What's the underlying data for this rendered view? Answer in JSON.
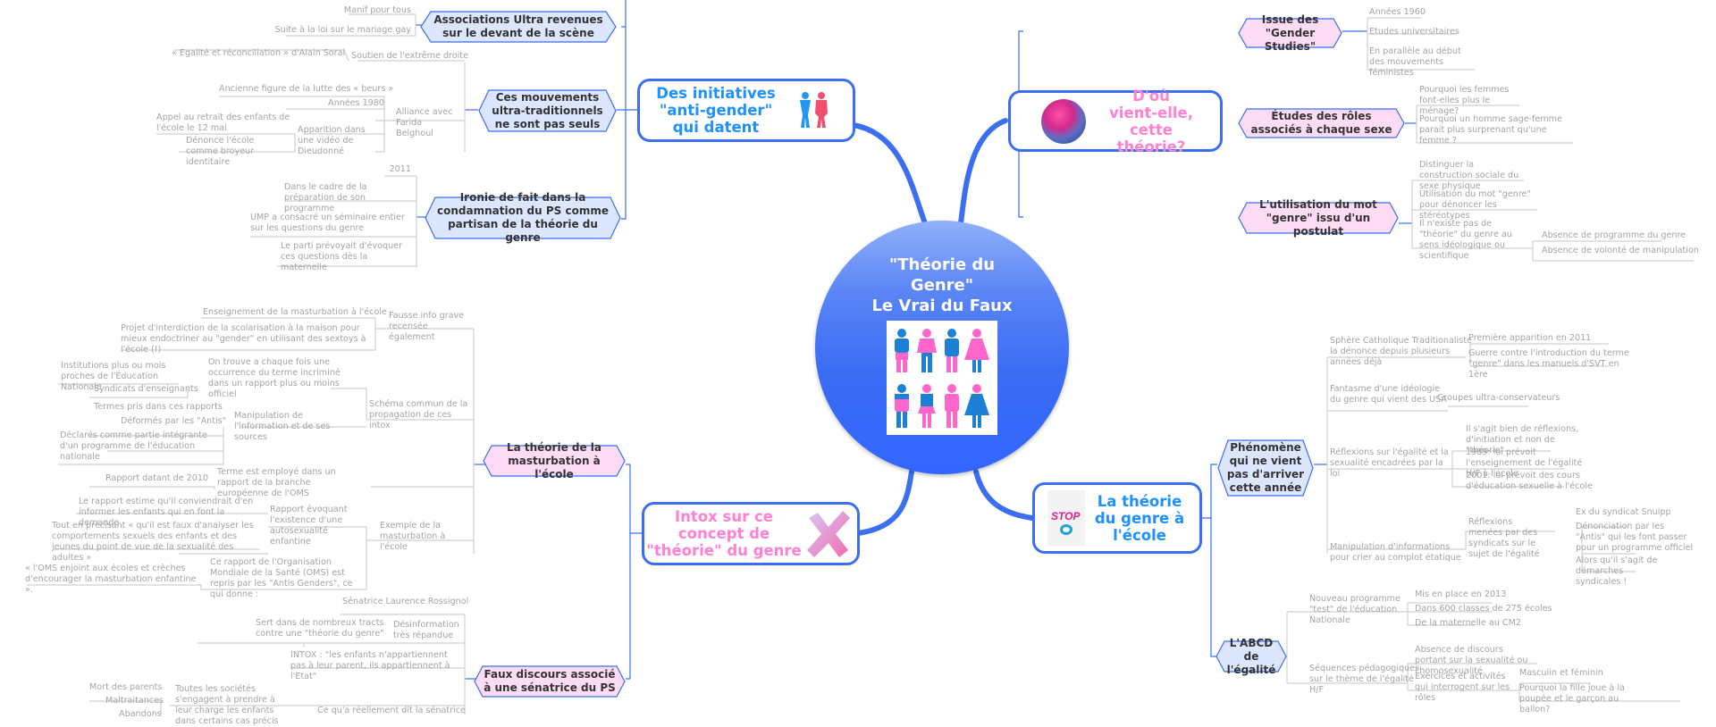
{
  "center": {
    "title_lines": [
      "\"Théorie du",
      "Genre\"",
      "Le Vrai du Faux"
    ],
    "image": "gender-pictograms-icon"
  },
  "colors": {
    "accent_blue": "#3b6ef0",
    "title_blue": "#1e90ff",
    "title_pink": "#ff80d5",
    "hex_blue_fill": "#dce6ff",
    "hex_pink_fill": "#ffdcf6",
    "leaf_text": "#a4a4a4"
  },
  "branches": {
    "anti_gender": {
      "title_lines": [
        "Des initiatives",
        "\"anti-gender\"",
        "qui datent"
      ],
      "icon": "man-woman-restroom-icon",
      "subs": [
        {
          "label": "Associations Ultra revenues sur le devant de la scène",
          "leaves": [
            "Manif pour tous",
            "Suite à la loi sur le mariage gay"
          ]
        },
        {
          "label": "Ces mouvements ultra-traditionnels ne sont pas seuls",
          "leaves": [
            "Soutien de l'extrême droite",
            "« Egalité et réconciliation » d'Alain Soral",
            "Alliance avec Farida Belghoul",
            "Ancienne figure de la lutte des « beurs »",
            "Années 1980",
            "Apparition dans une vidéo de Dieudonné",
            "Appel au retrait des enfants de l'école le 12 mai",
            "Dénonce l'école comme broyeur identitaire"
          ]
        },
        {
          "label": "Ironie de fait dans la condamnation du PS comme partisan de la théorie du genre",
          "leaves": [
            "2011",
            "Dans le cadre de la préparation de son programme",
            "UMP a consacré un séminaire entier sur les questions du genre",
            "Le parti prévoyait d'évoquer ces questions dès la maternelle"
          ]
        }
      ]
    },
    "origin": {
      "title_lines": [
        "D'où",
        "vient-elle,",
        "cette théorie?"
      ],
      "icon": "gender-symbols-sphere-icon",
      "subs": [
        {
          "label": "Issue des \"Gender Studies\"",
          "leaves": [
            "Années 1960",
            "Etudes universitaires",
            "En parallèle au début des mouvements féministes"
          ]
        },
        {
          "label": "Études des rôles associés à chaque sexe",
          "leaves": [
            "Pourquoi les femmes font-elles plus le ménage?",
            "Pourquoi un homme sage-femme parait plus surprenant qu'une femme ?"
          ]
        },
        {
          "label": "L'utilisation du mot \"genre\" issu d'un postulat",
          "leaves": [
            "Distinguer la construction sociale du sexe physique",
            "Utilisation du mot \"genre\" pour dénoncer les stéréotypes",
            "Il n'existe pas de \"théorie\" du genre au sens idéologique ou scientifique",
            "Absence de programme du genre",
            "Absence de volonté de manipulation"
          ]
        }
      ]
    },
    "intox": {
      "title_lines": [
        "Intox sur ce",
        "concept de",
        "\"théorie\" du genre"
      ],
      "icon": "cross-mark-icon",
      "subs": [
        {
          "label": "La théorie de la masturbation à l'école",
          "leaves": [
            "Fausse info grave recensée également",
            "Enseignement de la masturbation à l'école",
            "Projet d'interdiction de la scolarisation à la maison pour mieux endoctriner au \"gender\" en utilisant des sextoys à l'école (!)",
            "Schéma commun de la propagation de ces intox",
            "On trouve a chaque fois une occurrence du terme incriminé dans un rapport plus ou moins officiel",
            "Institutions plus ou mois proches de l'Éducation Nationale",
            "Syndicats d'enseignants",
            "Manipulation de l'information et de ses sources",
            "Termes pris dans ces rapports",
            "Déformés par les \"Antis\"",
            "Déclarés comme partie intégrante d'un programme de l'éducation nationale",
            "Exemple de la masturbation à l'école",
            "Terme est employé dans un rapport de la branche européenne de l'OMS",
            "Rapport datant de 2010",
            "Rapport évoquant l'existence d'une autosexualité enfantine",
            "Le rapport estime qu'il conviendrait d'en informer les enfants qui en font la demande",
            "Tout en précisant « qu'il est faux d'analyser les comportements sexuels des enfants et des jeunes du point de vue de la sexualité des adultes »",
            "Ce rapport de l'Organisation Mondiale de la Santé (OMS) est repris par les \"Antis Genders\", ce qui donne :",
            "« l'OMS enjoint aux écoles et crèches d'encourager la masturbation enfantine »."
          ]
        },
        {
          "label": "Faux discours associé à une sénatrice du PS",
          "leaves": [
            "Sénatrice Laurence Rossignol",
            "Désinformation très répandue",
            "Sert dans de nombreux tracts contre une \"théorie du genre\"",
            "INTOX : \"les enfants n'appartiennent pas à leur parent, ils appartiennent à l'Etat\"",
            "Ce qu'a réellement dit la sénatrice",
            "Toutes les sociétés s'engagent à prendre à leur charge les enfants dans certains cas précis",
            "Mort des parents",
            "Maltraitances",
            "Abandons"
          ]
        }
      ]
    },
    "school": {
      "title_lines": [
        "La théorie",
        "du genre à",
        "l'école"
      ],
      "icon": "stop-theorie-du-genre-poster-icon",
      "subs": [
        {
          "label": "Phénomène qui ne vient pas d'arriver cette année",
          "leaves": [
            "Sphère Catholique Traditionaliste la dénonce depuis plusieurs années déjà",
            "Première apparition en 2011",
            "Guerre contre l'introduction du terme \"genre\" dans les manuels d'SVT en 1ère",
            "Fantasme d'une idéologie du genre qui vient des USA",
            "Groupes ultra-conservateurs",
            "Réflexions sur l'égalité et la sexualité encadrées par la loi",
            "Il s'agit bien de réflexions, d'initiation et non de \"théorie\"",
            "1989: loi prévoit l'enseignement de l'égalité H/F à l'école",
            "2001: loi prévoit des cours d'éducation sexuelle à l'école",
            "Manipulation d'informations pour crier au complot étatique",
            "Réflexions menées par des syndicats sur le sujet de l'égalité",
            "Ex du syndicat Snuipp",
            "Dénonciation par les \"Antis\" qui les font passer pour un programme officiel",
            "Alors qu'il s'agit de démarches syndicales !"
          ]
        },
        {
          "label": "L'ABCD de l'égalité",
          "leaves": [
            "Nouveau programme \"test\" de l'éducation Nationale",
            "Mis en place en 2013",
            "Dans 600 classes de 275 écoles",
            "De la maternelle au CM2",
            "Séquences pédagogiques sur le thème de l'égalité H/F",
            "Absence de discours portant sur la sexualité ou l'homosexualité",
            "Exercices et activités qui interrogent sur les rôles",
            "Masculin et féminin",
            "Pourquoi la fille joue à la poupée et le garçon au ballon?"
          ]
        }
      ]
    }
  }
}
